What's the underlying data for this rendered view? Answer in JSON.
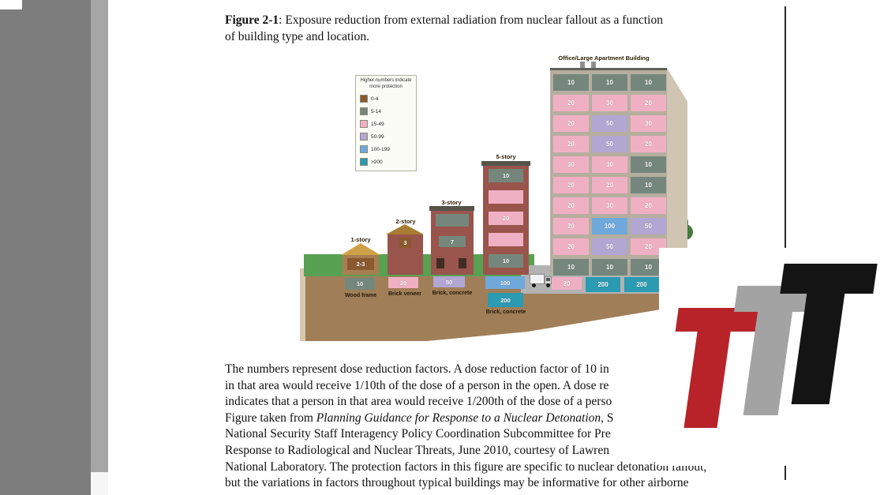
{
  "document": {
    "caption": {
      "figure_label": "Figure 2-1",
      "line1_rest": ": Exposure reduction from external radiation from nuclear fallout as a function",
      "line2": "of building type and location."
    },
    "body_lines_before": [
      "The numbers represent dose reduction factors. A dose reduction factor of 10 in",
      "in that area would receive 1/10th of the dose of a person in the open. A dose re",
      "indicates that a person in that area would receive 1/200th of the dose of a perso"
    ],
    "line4": {
      "pre": "Figure taken from ",
      "italic": "Planning Guidance for Response to a Nuclear Detonation",
      "post": ", S"
    },
    "body_lines_after": [
      "National Security Staff Interagency Policy Coordination Subcommittee for Pre",
      "Response to Radiological and Nuclear Threats, June 2010, courtesy of Lawren",
      "National Laboratory. The protection factors in this figure are specific to nuclear detonation fallout,",
      "but the variations in factors throughout typical buildings may be informative for other airborne"
    ]
  },
  "figure": {
    "office_title": "Office/Large Apartment Building",
    "legend": {
      "title": "Higher numbers indicate more protection",
      "items": [
        {
          "label": "0-4",
          "color": "#8a5a2e"
        },
        {
          "label": "5-14",
          "color": "#75877c"
        },
        {
          "label": "15-49",
          "color": "#f0b0c4"
        },
        {
          "label": "50-99",
          "color": "#b2a6d2"
        },
        {
          "label": "100-199",
          "color": "#6fa9dc"
        },
        {
          "label": ">200",
          "color": "#2b9ab3"
        }
      ]
    },
    "buildings": [
      {
        "name": "1-story",
        "material": "Wood frame",
        "floors": [
          "2-3"
        ],
        "basements": [
          "10"
        ]
      },
      {
        "name": "2-story",
        "material": "Brick veneer",
        "floors": [
          "3"
        ],
        "basements": [
          "20"
        ]
      },
      {
        "name": "3-story",
        "material": "Brick, concrete",
        "floors": [
          "7"
        ],
        "basements": [
          "50"
        ]
      },
      {
        "name": "5-story",
        "material": "Brick, concrete",
        "floors": [
          "10",
          "20",
          "10"
        ],
        "basements": [
          "100",
          "200"
        ]
      }
    ],
    "office": {
      "floors": [
        [
          "10",
          "10",
          "10"
        ],
        [
          "20",
          "30",
          "20"
        ],
        [
          "20",
          "50",
          "30"
        ],
        [
          "20",
          "50",
          "20"
        ],
        [
          "30",
          "30",
          "10"
        ],
        [
          "20",
          "20",
          "10"
        ],
        [
          "20",
          "30",
          "20"
        ],
        [
          "20",
          "100",
          "50"
        ],
        [
          "20",
          "50",
          "20"
        ],
        [
          "10",
          "10",
          "10"
        ]
      ],
      "basement": [
        "20",
        "200",
        "200"
      ]
    }
  },
  "watermark": {
    "letters": [
      {
        "letter": "T",
        "color": "#b8232a"
      },
      {
        "letter": "T",
        "color": "#a3a3a3"
      },
      {
        "letter": "T",
        "color": "#141414"
      }
    ]
  }
}
